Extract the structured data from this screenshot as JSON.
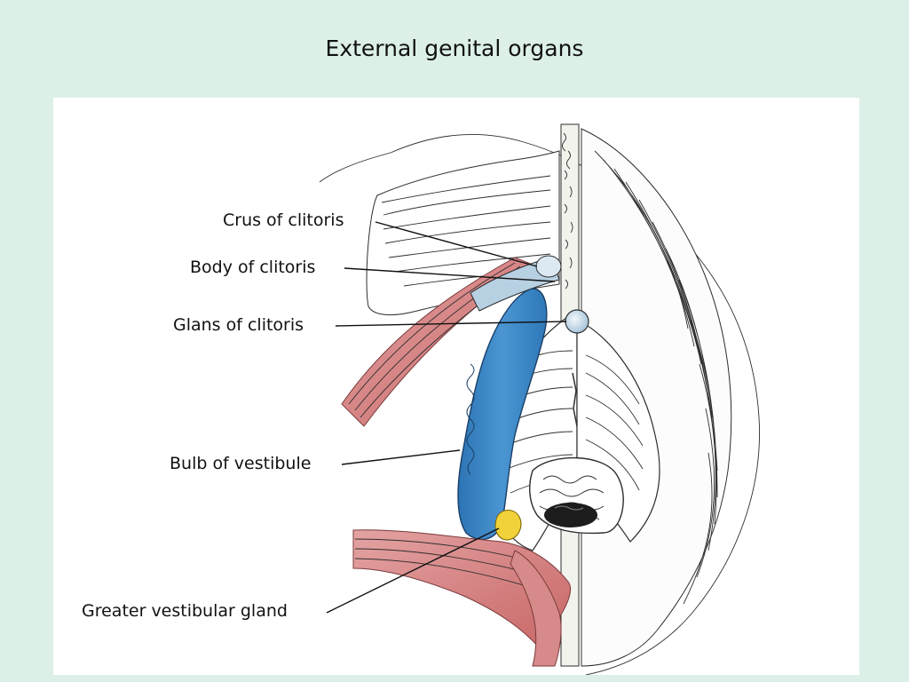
{
  "title": "External genital organs",
  "labels": {
    "crus": "Crus of clitoris",
    "body": "Body of clitoris",
    "glans": "Glans of clitoris",
    "bulb": "Bulb of vestibule",
    "gland": "Greater vestibular gland"
  },
  "colors": {
    "background": "#dcf0e7",
    "panel": "#ffffff",
    "bulb": "#3d86c4",
    "muscle": "#cf7b7b",
    "gland": "#f2d23a",
    "glans": "#cfe1ee"
  }
}
